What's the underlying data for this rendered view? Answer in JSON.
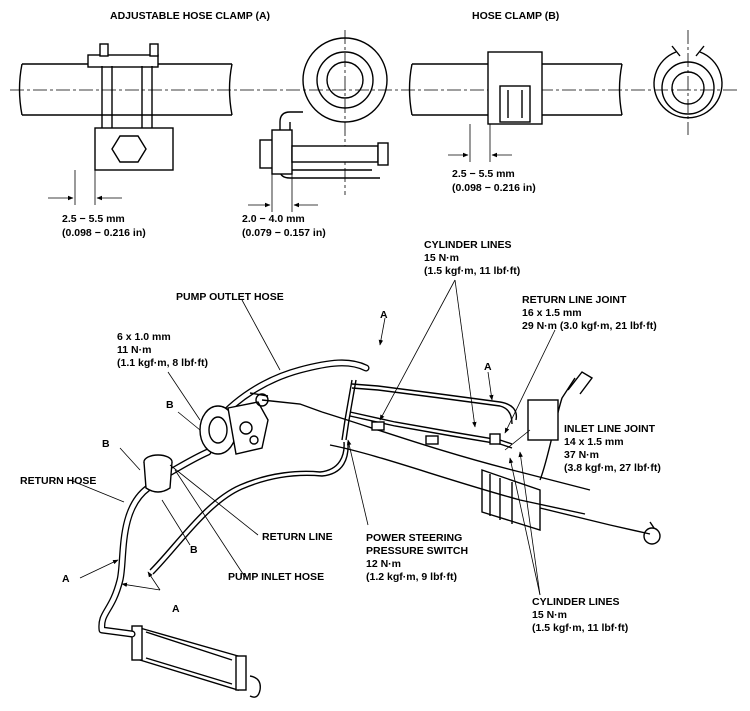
{
  "top": {
    "clamp_a_title": "ADJUSTABLE HOSE CLAMP (A)",
    "clamp_b_title": "HOSE CLAMP (B)",
    "dim_a1_mm": "2.5 − 5.5 mm",
    "dim_a1_in": "(0.098 − 0.216 in)",
    "dim_a2_mm": "2.0 − 4.0 mm",
    "dim_a2_in": "(0.079 − 0.157 in)",
    "dim_b_mm": "2.5 − 5.5 mm",
    "dim_b_in": "(0.098 − 0.216 in)"
  },
  "labels": {
    "cyl_top_1": "CYLINDER LINES",
    "cyl_top_2": "15 N·m",
    "cyl_top_3": "(1.5 kgf·m, 11 lbf·ft)",
    "pump_outlet": "PUMP OUTLET HOSE",
    "ret_joint_1": "RETURN LINE JOINT",
    "ret_joint_2": "16 x 1.5 mm",
    "ret_joint_3": "29 N·m (3.0 kgf·m, 21 lbf·ft)",
    "bolt_1": "6 x 1.0 mm",
    "bolt_2": "11 N·m",
    "bolt_3": "(1.1 kgf·m, 8 lbf·ft)",
    "inlet_1": "INLET LINE JOINT",
    "inlet_2": "14 x 1.5 mm",
    "inlet_3": "37 N·m",
    "inlet_4": "(3.8 kgf·m, 27 lbf·ft)",
    "return_hose": "RETURN HOSE",
    "return_line": "RETURN LINE",
    "pss_1": "POWER STEERING",
    "pss_2": "PRESSURE SWITCH",
    "pss_3": "12 N·m",
    "pss_4": "(1.2 kgf·m, 9 lbf·ft)",
    "pump_inlet": "PUMP INLET HOSE",
    "cyl_bot_1": "CYLINDER LINES",
    "cyl_bot_2": "15 N·m",
    "cyl_bot_3": "(1.5 kgf·m, 11 lbf·ft)",
    "callout_a": "A",
    "callout_b": "B"
  }
}
